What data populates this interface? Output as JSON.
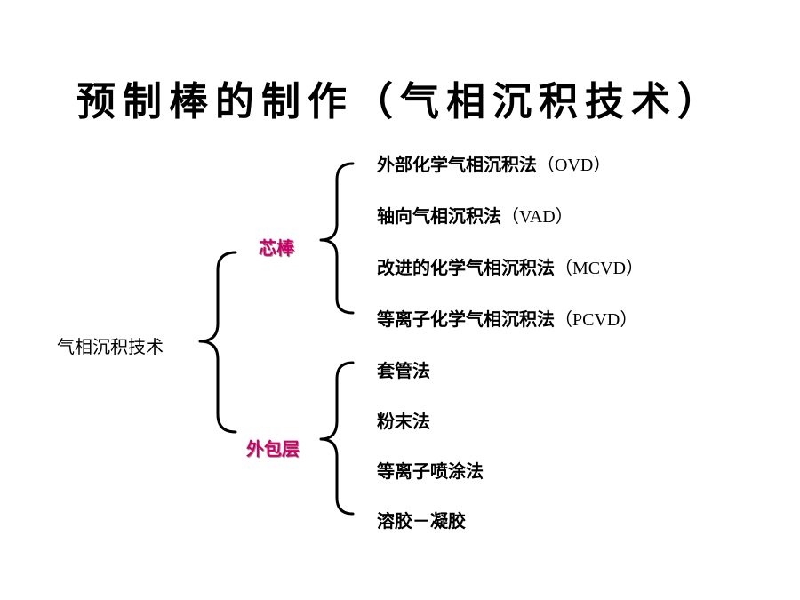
{
  "title": "预制棒的制作（气相沉积技术）",
  "root": "气相沉积技术",
  "branches": [
    {
      "label": "芯棒",
      "color": "#cc0066",
      "methods": [
        {
          "name": "外部化学气相沉积法",
          "abbr": "（OVD）"
        },
        {
          "name": "轴向气相沉积法",
          "abbr": "（VAD）"
        },
        {
          "name": "改进的化学气相沉积法",
          "abbr": "（MCVD）"
        },
        {
          "name": "等离子化学气相沉积法",
          "abbr": "（PCVD）"
        }
      ]
    },
    {
      "label": "外包层",
      "color": "#cc0066",
      "methods": [
        {
          "name": "套管法",
          "abbr": ""
        },
        {
          "name": "粉末法",
          "abbr": ""
        },
        {
          "name": "等离子喷涂法",
          "abbr": ""
        },
        {
          "name": "溶胶－凝胶",
          "abbr": ""
        }
      ]
    }
  ]
}
